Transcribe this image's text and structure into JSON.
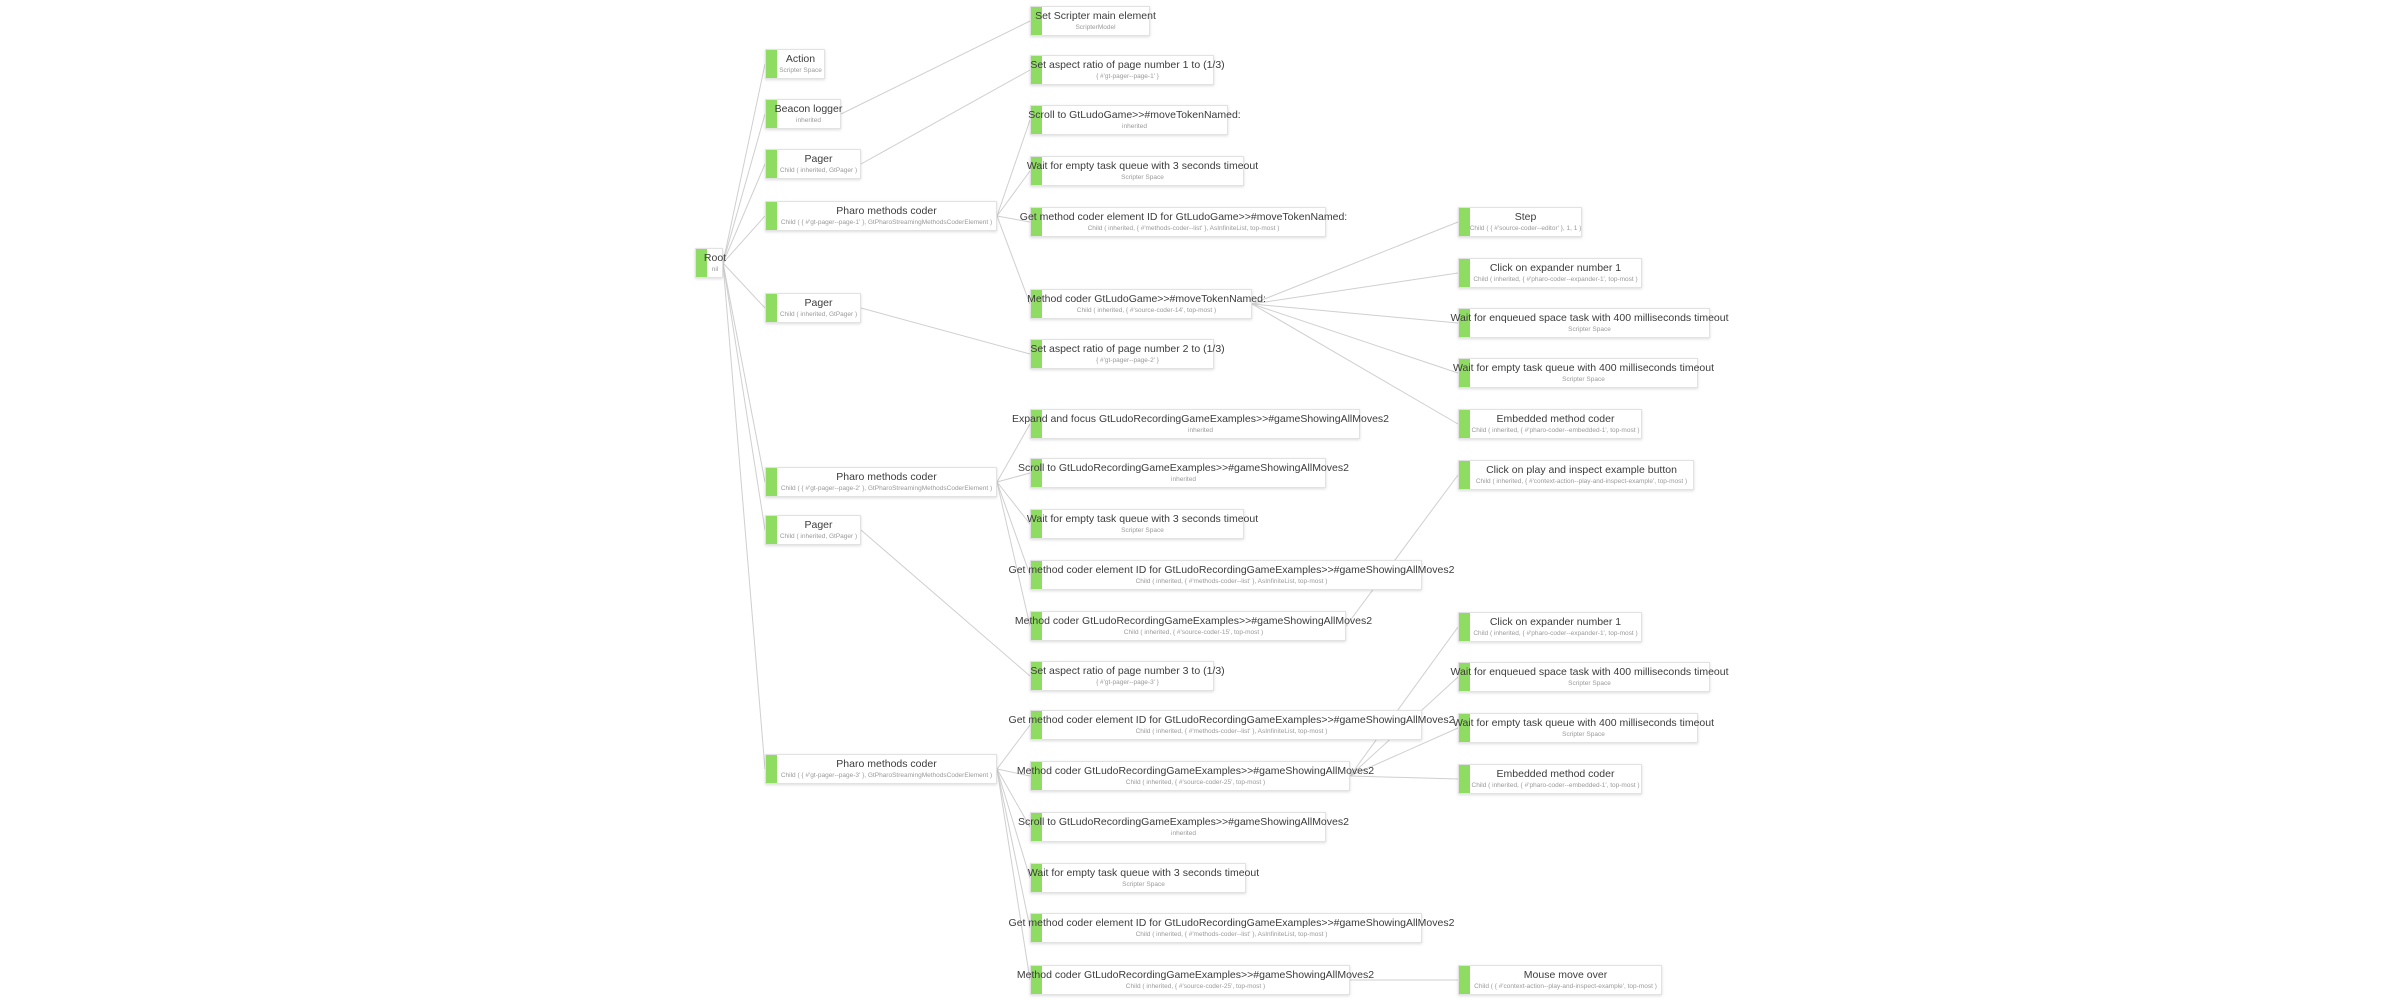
{
  "accent_color": "#8fdc62",
  "nodes": [
    {
      "id": "root",
      "label": "Root",
      "sub": "nil",
      "parent": null
    },
    {
      "id": "action",
      "label": "Action",
      "sub": "Scripter Space",
      "parent": "root"
    },
    {
      "id": "beacon",
      "label": "Beacon logger",
      "sub": "inherited",
      "parent": "root"
    },
    {
      "id": "pager1",
      "label": "Pager",
      "sub": "Child ( inherited, GtPager )",
      "parent": "root"
    },
    {
      "id": "pmc1",
      "label": "Pharo methods coder",
      "sub": "Child ( { #'gt-pager--page-1' }, GtPharoStreamingMethodsCoderElement )",
      "parent": "root"
    },
    {
      "id": "pager2",
      "label": "Pager",
      "sub": "Child ( inherited, GtPager )",
      "parent": "root"
    },
    {
      "id": "pmc2",
      "label": "Pharo methods coder",
      "sub": "Child ( { #'gt-pager--page-2' }, GtPharoStreamingMethodsCoderElement )",
      "parent": "root"
    },
    {
      "id": "pager3",
      "label": "Pager",
      "sub": "Child ( inherited, GtPager )",
      "parent": "root"
    },
    {
      "id": "pmc3",
      "label": "Pharo methods coder",
      "sub": "Child ( { #'gt-pager--page-3' }, GtPharoStreamingMethodsCoderElement )",
      "parent": "root"
    },
    {
      "id": "setmain",
      "label": "Set Scripter main element",
      "sub": "ScripterModel",
      "parent": "beacon"
    },
    {
      "id": "aspect1",
      "label": "Set aspect ratio of page number 1 to (1/3)",
      "sub": "{ #'gt-pager--page-1' }",
      "parent": "pager1"
    },
    {
      "id": "scroll1",
      "label": "Scroll to GtLudoGame>>#moveTokenNamed:",
      "sub": "inherited",
      "parent": "pmc1"
    },
    {
      "id": "wait1",
      "label": "Wait for empty task queue with 3 seconds timeout",
      "sub": "Scripter Space",
      "parent": "pmc1"
    },
    {
      "id": "getid1",
      "label": "Get method coder element ID for GtLudoGame>>#moveTokenNamed:",
      "sub": "Child ( inherited, { #'methods-coder--list' }, AsInfiniteList, top-most )",
      "parent": "pmc1"
    },
    {
      "id": "mc1",
      "label": "Method coder GtLudoGame>>#moveTokenNamed:",
      "sub": "Child ( inherited, { #'source-coder-14', top-most )",
      "parent": "pmc1"
    },
    {
      "id": "aspect2",
      "label": "Set aspect ratio of page number 2 to (1/3)",
      "sub": "{ #'gt-pager--page-2' }",
      "parent": "pager2"
    },
    {
      "id": "expand2",
      "label": "Expand and focus GtLudoRecordingGameExamples>>#gameShowingAllMoves2",
      "sub": "inherited",
      "parent": "pmc2"
    },
    {
      "id": "scroll2",
      "label": "Scroll to GtLudoRecordingGameExamples>>#gameShowingAllMoves2",
      "sub": "inherited",
      "parent": "pmc2"
    },
    {
      "id": "wait2",
      "label": "Wait for empty task queue with 3 seconds timeout",
      "sub": "Scripter Space",
      "parent": "pmc2"
    },
    {
      "id": "getid2",
      "label": "Get method coder element ID for GtLudoRecordingGameExamples>>#gameShowingAllMoves2",
      "sub": "Child ( inherited, { #'methods-coder--list' }, AsInfiniteList, top-most )",
      "parent": "pmc2"
    },
    {
      "id": "mc2",
      "label": "Method coder GtLudoRecordingGameExamples>>#gameShowingAllMoves2",
      "sub": "Child ( inherited, { #'source-coder-15', top-most )",
      "parent": "pmc2"
    },
    {
      "id": "aspect3",
      "label": "Set aspect ratio of page number 3 to (1/3)",
      "sub": "{ #'gt-pager--page-3' }",
      "parent": "pager3"
    },
    {
      "id": "getid3a",
      "label": "Get method coder element ID for GtLudoRecordingGameExamples>>#gameShowingAllMoves2",
      "sub": "Child ( inherited, { #'methods-coder--list' }, AsInfiniteList, top-most )",
      "parent": "pmc3"
    },
    {
      "id": "mc3a",
      "label": "Method coder GtLudoRecordingGameExamples>>#gameShowingAllMoves2",
      "sub": "Child ( inherited, { #'source-coder-25', top-most )",
      "parent": "pmc3"
    },
    {
      "id": "scroll3",
      "label": "Scroll to GtLudoRecordingGameExamples>>#gameShowingAllMoves2",
      "sub": "inherited",
      "parent": "pmc3"
    },
    {
      "id": "wait3",
      "label": "Wait for empty task queue with 3 seconds timeout",
      "sub": "Scripter Space",
      "parent": "pmc3"
    },
    {
      "id": "getid3b",
      "label": "Get method coder element ID for GtLudoRecordingGameExamples>>#gameShowingAllMoves2",
      "sub": "Child ( inherited, { #'methods-coder--list' }, AsInfiniteList, top-most )",
      "parent": "pmc3"
    },
    {
      "id": "mc3b",
      "label": "Method coder GtLudoRecordingGameExamples>>#gameShowingAllMoves2",
      "sub": "Child ( inherited, { #'source-coder-25', top-most )",
      "parent": "pmc3"
    },
    {
      "id": "step",
      "label": "Step",
      "sub": "Child ( { #'source-coder--editor' }, 1, 1 )",
      "parent": "mc1"
    },
    {
      "id": "expander1",
      "label": "Click on expander number 1",
      "sub": "Child ( inherited, { #'pharo-coder--expander-1', top-most )",
      "parent": "mc1"
    },
    {
      "id": "waitenq1",
      "label": "Wait for enqueued space task with 400 milliseconds timeout",
      "sub": "Scripter Space",
      "parent": "mc1"
    },
    {
      "id": "waitempty1",
      "label": "Wait for empty task queue with 400 milliseconds timeout",
      "sub": "Scripter Space",
      "parent": "mc1"
    },
    {
      "id": "embedded1",
      "label": "Embedded method coder",
      "sub": "Child ( inherited, { #'pharo-coder--embedded-1', top-most )",
      "parent": "mc1"
    },
    {
      "id": "playinspect",
      "label": "Click on play and inspect example button",
      "sub": "Child ( inherited, { #'context-action--play-and-inspect-example', top-most )",
      "parent": "mc2"
    },
    {
      "id": "expander2",
      "label": "Click on expander number 1",
      "sub": "Child ( inherited, { #'pharo-coder--expander-1', top-most )",
      "parent": "mc3a"
    },
    {
      "id": "waitenq2",
      "label": "Wait for enqueued space task with 400 milliseconds timeout",
      "sub": "Scripter Space",
      "parent": "mc3a"
    },
    {
      "id": "waitempty2",
      "label": "Wait for empty task queue with 400 milliseconds timeout",
      "sub": "Scripter Space",
      "parent": "mc3a"
    },
    {
      "id": "embedded2",
      "label": "Embedded method coder",
      "sub": "Child ( inherited, { #'pharo-coder--embedded-1', top-most )",
      "parent": "mc3a"
    },
    {
      "id": "mousemove",
      "label": "Mouse move over",
      "sub": "Child ( { #'context-action--play-and-inspect-example', top-most )",
      "parent": "mc3b"
    }
  ]
}
